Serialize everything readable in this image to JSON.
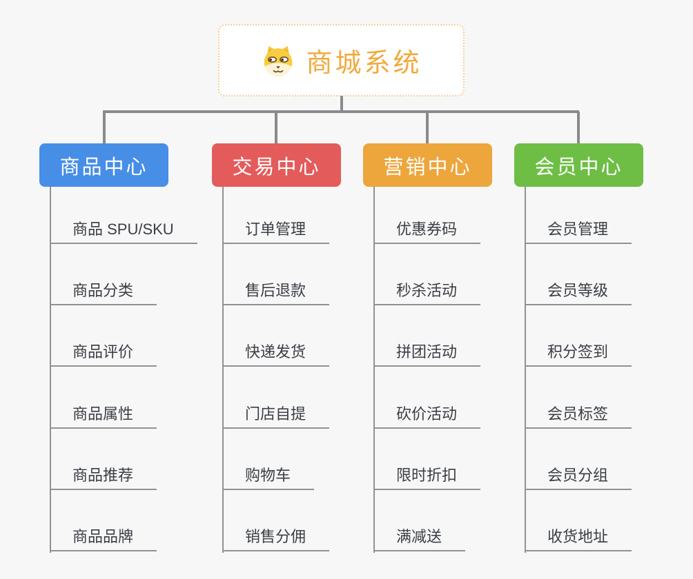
{
  "root": {
    "title": "商城系统",
    "icon": "dog-face"
  },
  "theme": {
    "background": "#f7f7f7",
    "root_text_color": "#f2a93e",
    "root_border_color": "#f5cd92",
    "connector_color": "#8a8a8a",
    "leaf_line_color": "#919191",
    "leaf_text_color": "#3a3e44"
  },
  "branches": [
    {
      "label": "商品中心",
      "color": "#478ee6",
      "items": [
        "商品 SPU/SKU",
        "商品分类",
        "商品评价",
        "商品属性",
        "商品推荐",
        "商品品牌"
      ]
    },
    {
      "label": "交易中心",
      "color": "#e45b5b",
      "items": [
        "订单管理",
        "售后退款",
        "快递发货",
        "门店自提",
        "购物车",
        "销售分佣"
      ]
    },
    {
      "label": "营销中心",
      "color": "#eda63c",
      "items": [
        "优惠券码",
        "秒杀活动",
        "拼团活动",
        "砍价活动",
        "限时折扣",
        "满减送"
      ]
    },
    {
      "label": "会员中心",
      "color": "#6ebe45",
      "items": [
        "会员管理",
        "会员等级",
        "积分签到",
        "会员标签",
        "会员分组",
        "收货地址"
      ]
    }
  ]
}
